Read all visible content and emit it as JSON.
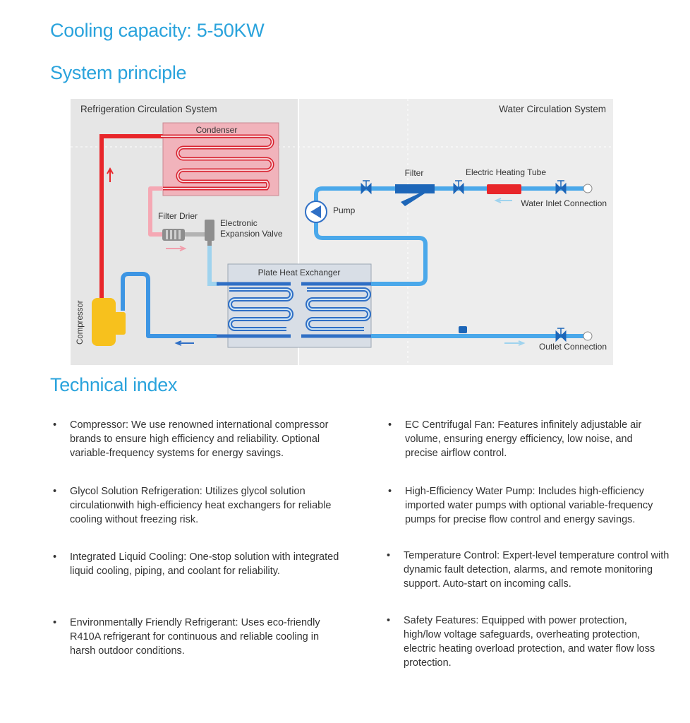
{
  "titles": {
    "capacity": "Cooling capacity: 5-50KW",
    "principle": "System principle",
    "technical": "Technical index"
  },
  "diagram": {
    "left_system": "Refrigeration Circulation System",
    "right_system": "Water Circulation System",
    "condenser": "Condenser",
    "filter_drier": "Filter Drier",
    "expansion_valve_line1": "Electronic",
    "expansion_valve_line2": "Expansion Valve",
    "plate_heat_exchanger": "Plate Heat Exchanger",
    "compressor": "Compressor",
    "filter": "Filter",
    "electric_heating_tube": "Electric Heating Tube",
    "pump": "Pump",
    "water_inlet": "Water Inlet Connection",
    "outlet": "Outlet Connection",
    "colors": {
      "hot_refrigerant": "#e8262a",
      "warm_refrigerant": "#f5a8b4",
      "cool_refrigerant": "#9fd3ee",
      "water": "#4aa8ea",
      "compressor": "#f7c11d",
      "condenser_fill": "#f1b3bb",
      "exchanger_fill": "#d8dee6"
    }
  },
  "technical_index": {
    "left": [
      "Compressor: We use renowned international compressor brands to ensure high efficiency and reliability. Optional  variable-frequency  systems for energy savings.",
      "Glycol Solution Refrigeration: Utilizes glycol solution circulationwith high-efficiency heat exchangers for reliable cooling without freezing risk.",
      "Integrated Liquid Cooling: One-stop solution with integrated liquid cooling, piping, and coolant for reliability.",
      "Environmentally Friendly Refrigerant: Uses eco-friendly R410A refrigerant for continuous and reliable cooling in harsh outdoor conditions."
    ],
    "right": [
      "EC Centrifugal Fan: Features infinitely adjustable air volume, ensuring energy efficiency, low noise, and precise airflow control.",
      "High-Efficiency Water Pump: Includes high-efficiency imported water pumps with optional variable-frequency pumps for precise flow control and energy savings.",
      "Temperature Control: Expert-level temperature control with dynamic fault detection, alarms, and remote monitoring support. Auto-start on incoming calls.",
      "Safety Features: Equipped with power protection, high/low voltage safeguards, overheating protection, electric heating overload protection, and water flow loss protection."
    ]
  }
}
